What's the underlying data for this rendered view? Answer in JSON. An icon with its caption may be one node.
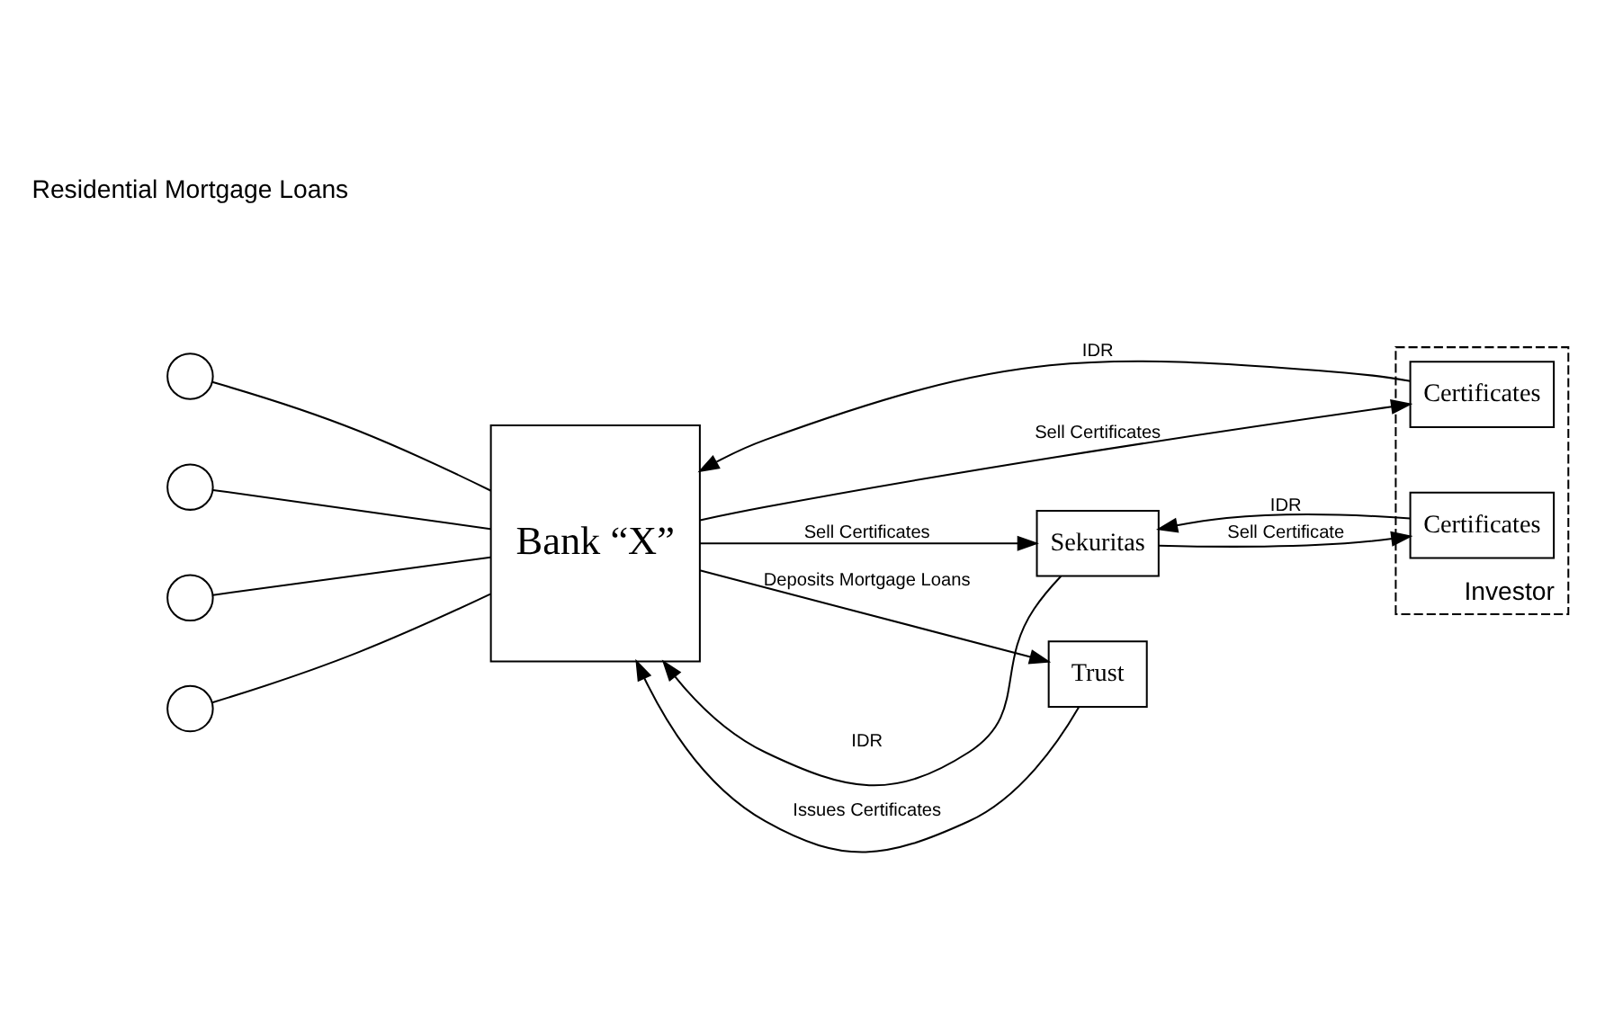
{
  "diagram": {
    "nodes": [
      {
        "text": [
          "Investor"
        ]
      },
      {
        "text": [],
        "shape": "circle"
      },
      {
        "text": [],
        "shape": "circle"
      },
      {
        "text": [],
        "shape": "circle"
      },
      {
        "text": [],
        "shape": "circle"
      },
      {
        "text": [
          "Bank “X”"
        ]
      },
      {
        "text": [
          "Sekuritas"
        ]
      },
      {
        "text": [
          "Certificates"
        ],
        "in": 0
      },
      {
        "text": [
          "Certificates"
        ],
        "in": 0
      },
      {
        "text": [
          "Trust"
        ]
      }
    ],
    "edges": [
      {
        "from": 1,
        "to": 5,
        "arrow": "none"
      },
      {
        "from": 2,
        "to": 5,
        "arrow": "none"
      },
      {
        "from": 3,
        "to": 5,
        "arrow": "none"
      },
      {
        "from": 4,
        "to": 5,
        "arrow": "none"
      },
      {
        "from": 5,
        "to": 6,
        "arrow": "to",
        "label": "Sell Certificates"
      },
      {
        "from": 6,
        "to": 5,
        "arrow": "to",
        "label": "IDR"
      },
      {
        "from": 6,
        "to": 7,
        "arrow": "to",
        "label": "Sell Certificate"
      },
      {
        "from": 7,
        "to": 6,
        "arrow": "to",
        "label": "IDR"
      },
      {
        "from": 5,
        "to": 8,
        "arrow": "to",
        "label": "Sell Certificates"
      },
      {
        "from": 8,
        "to": 5,
        "arrow": "to",
        "label": "IDR"
      },
      {
        "from": 5,
        "to": 9,
        "arrow": "to",
        "label": "Deposits Mortgage Loans"
      },
      {
        "from": 9,
        "to": 5,
        "arrow": "to",
        "label": "Issues Certificates"
      }
    ],
    "labels": [
      "Residential Mortgage Loans"
    ]
  }
}
